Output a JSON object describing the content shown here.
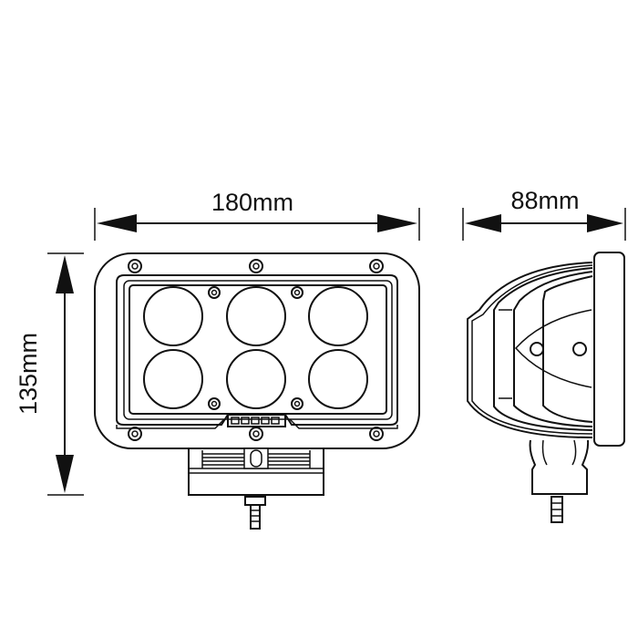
{
  "dimensions": {
    "width": "180mm",
    "depth": "88mm",
    "height": "135mm"
  },
  "colors": {
    "line": "#111111",
    "background": "#ffffff"
  }
}
